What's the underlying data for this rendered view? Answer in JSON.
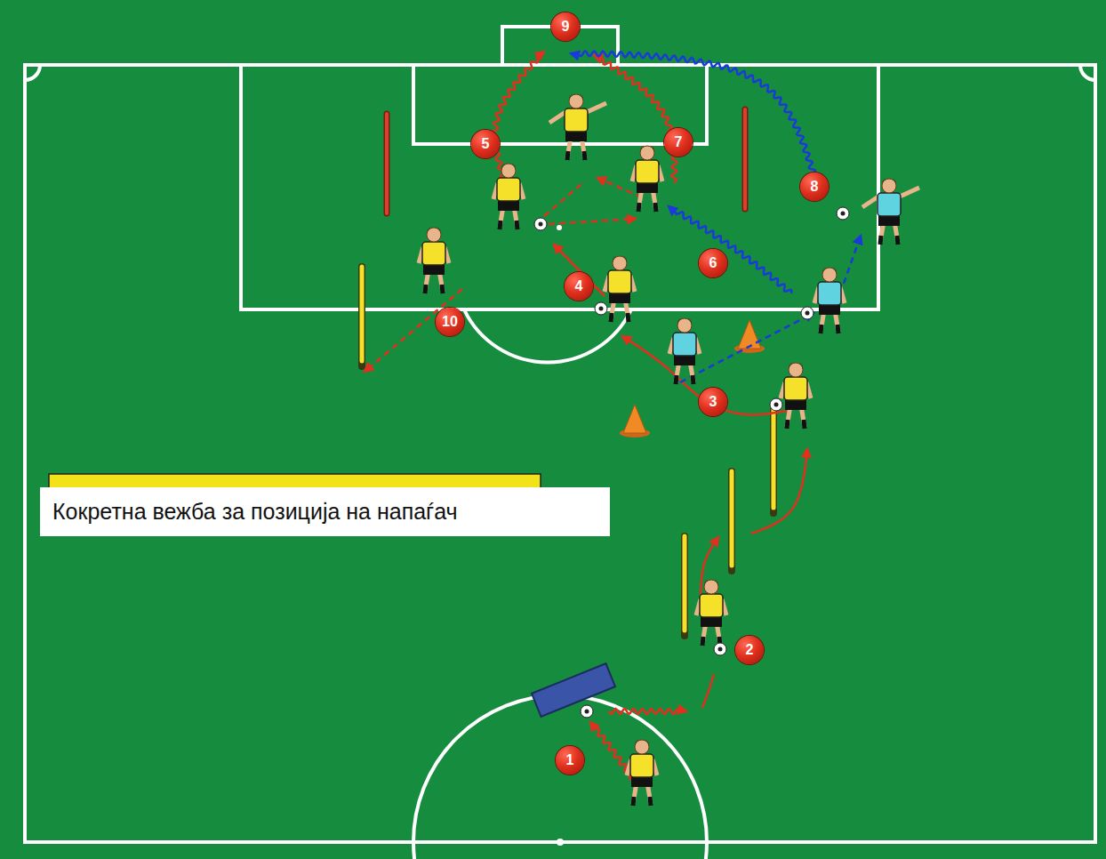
{
  "diagram": {
    "title": "Кокретна вежба за позиција на напаѓач",
    "labels": [
      "1",
      "2",
      "3",
      "4",
      "5",
      "6",
      "7",
      "8",
      "9",
      "10"
    ]
  }
}
